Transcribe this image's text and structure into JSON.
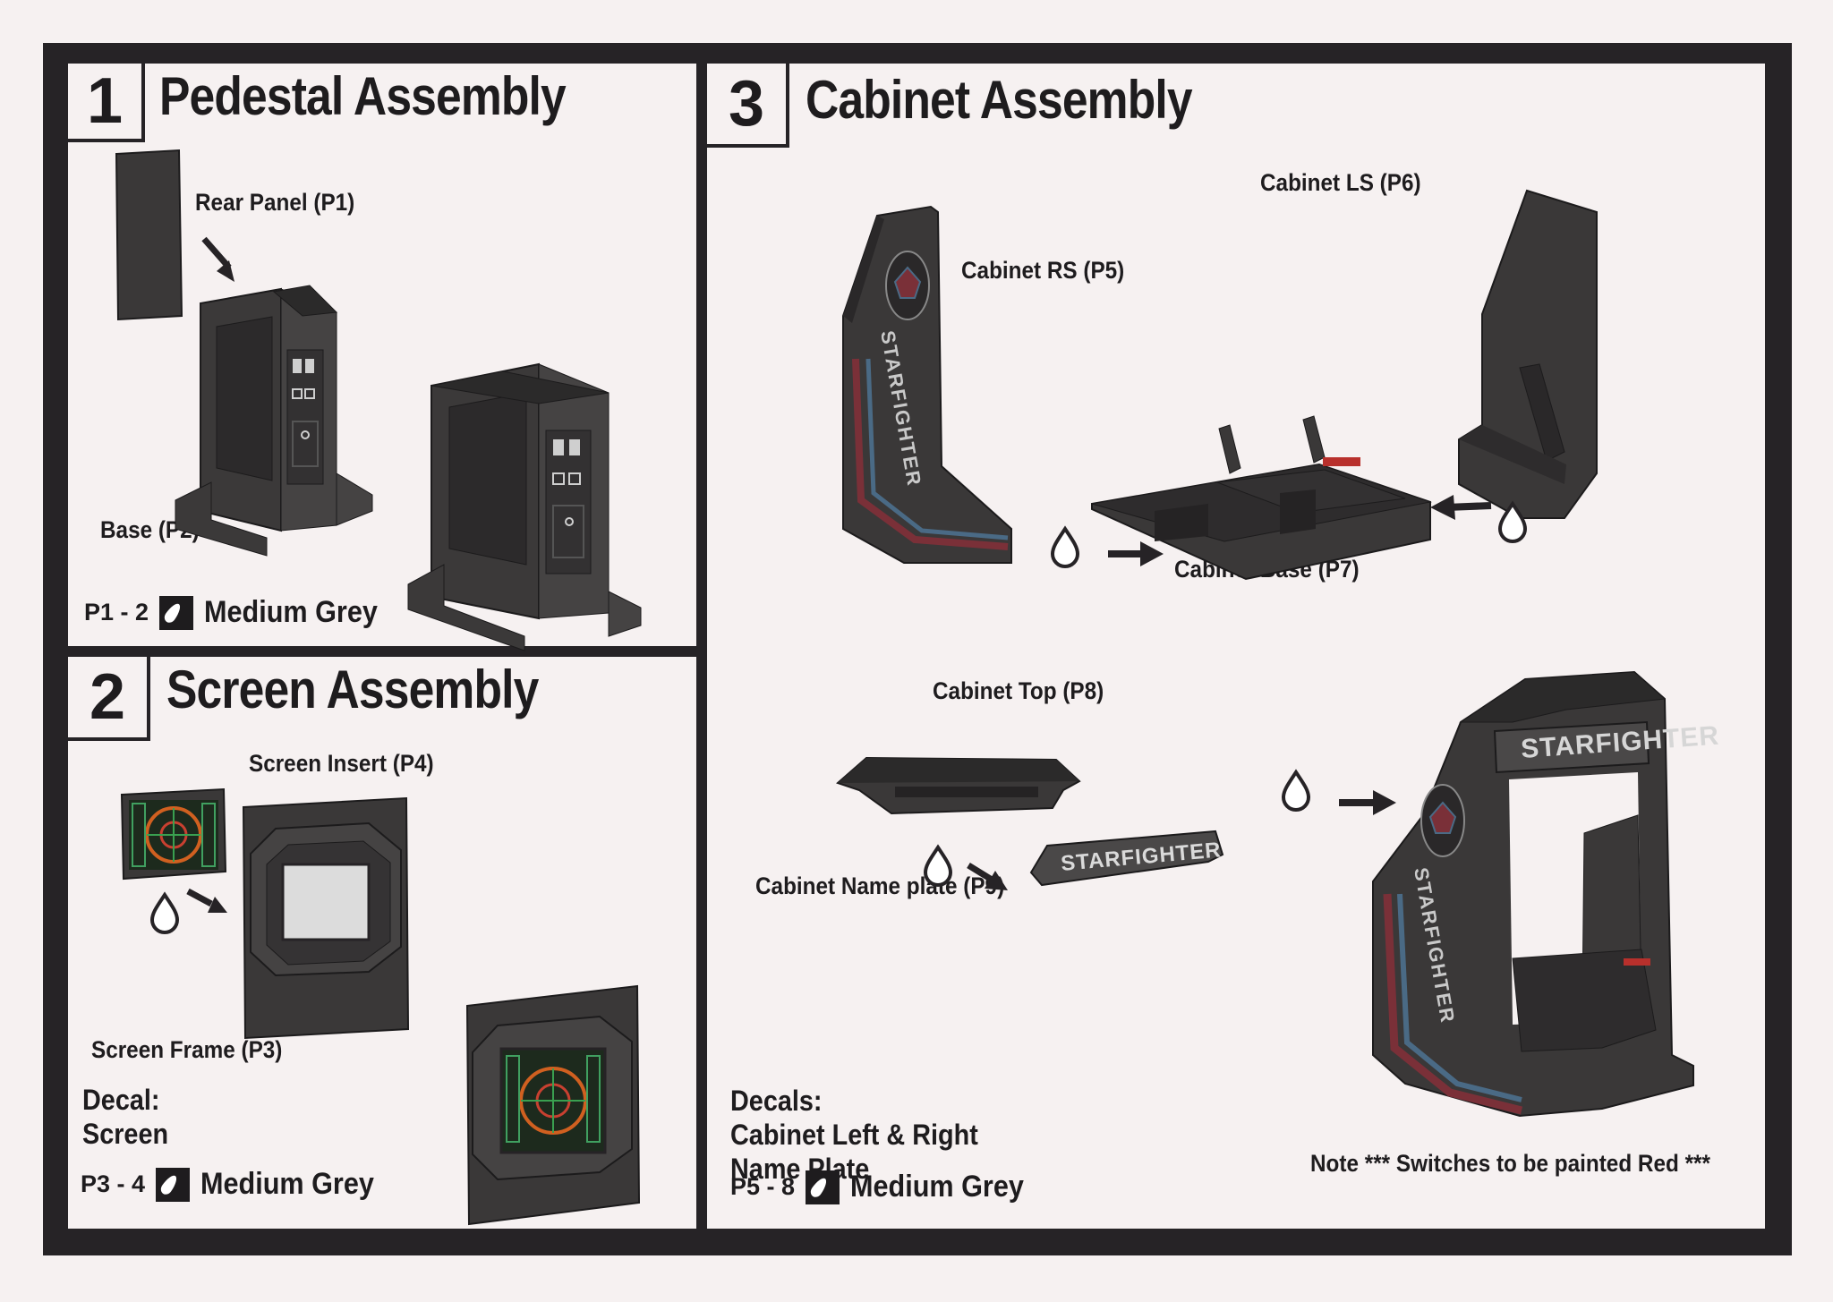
{
  "sections": {
    "pedestal": {
      "number": "1",
      "title": "Pedestal Assembly",
      "labels": {
        "rear_panel": "Rear Panel (P1)",
        "base": "Base (P2)"
      },
      "paint": {
        "code": "P1 - 2",
        "color": "Medium Grey"
      }
    },
    "screen": {
      "number": "2",
      "title": "Screen Assembly",
      "labels": {
        "screen_insert": "Screen Insert (P4)",
        "screen_frame": "Screen Frame (P3)"
      },
      "decal_lines": [
        "Decal:",
        "Screen"
      ],
      "paint": {
        "code": "P3 - 4",
        "color": "Medium Grey"
      }
    },
    "cabinet": {
      "number": "3",
      "title": "Cabinet Assembly",
      "labels": {
        "cabinet_rs": "Cabinet RS (P5)",
        "cabinet_ls": "Cabinet LS (P6)",
        "cabinet_base": "Cabinet Base (P7)",
        "cabinet_top": "Cabinet Top (P8)",
        "name_plate": "Cabinet Name plate (P9)"
      },
      "decal_lines": [
        "Decals:",
        "Cabinet Left & Right",
        "Name Plate"
      ],
      "note": "Note *** Switches to be painted Red ***",
      "paint": {
        "code": "P5 - 8",
        "color": "Medium Grey"
      },
      "logo_text": "STARFIGHTER"
    }
  },
  "colors": {
    "frame": "#262326",
    "paper": "#f6f1f1",
    "part": "#3a3838",
    "part_dark": "#252324",
    "stripe_red": "#7a3038",
    "stripe_blue": "#4a6a85",
    "switch_red": "#b8302c"
  }
}
